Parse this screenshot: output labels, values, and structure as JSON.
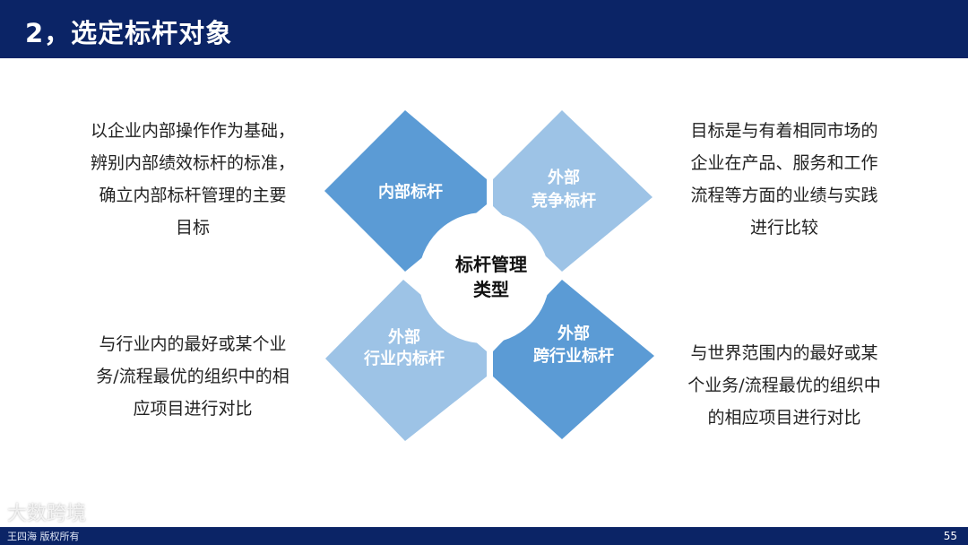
{
  "header": {
    "title": "2，选定标杆对象"
  },
  "diagram": {
    "center": [
      "标杆管理",
      "类型"
    ],
    "quadrants": [
      {
        "lines": [
          "内部标杆"
        ],
        "color": "#5b9bd5"
      },
      {
        "lines": [
          "外部",
          "竞争标杆"
        ],
        "color": "#9dc3e6"
      },
      {
        "lines": [
          "外部",
          "行业内标杆"
        ],
        "color": "#9dc3e6"
      },
      {
        "lines": [
          "外部",
          "跨行业标杆"
        ],
        "color": "#5b9bd5"
      }
    ]
  },
  "descriptions": {
    "top_left": [
      "以企业内部操作作为基础，",
      "辨别内部绩效标杆的标准，",
      "确立内部标杆管理的主要",
      "目标"
    ],
    "top_right": [
      "目标是与有着相同市场的",
      "企业在产品、服务和工作",
      "流程等方面的业绩与实践",
      "进行比较"
    ],
    "bottom_left": [
      "与行业内的最好或某个业",
      "务/流程最优的组织中的相",
      "应项目进行对比"
    ],
    "bottom_right": [
      "与世界范围内的最好或某",
      "个业务/流程最优的组织中",
      "的相应项目进行对比"
    ]
  },
  "footer": {
    "page_number": "55",
    "watermark": "大数跨境",
    "copyright": "王四海 版权所有"
  }
}
